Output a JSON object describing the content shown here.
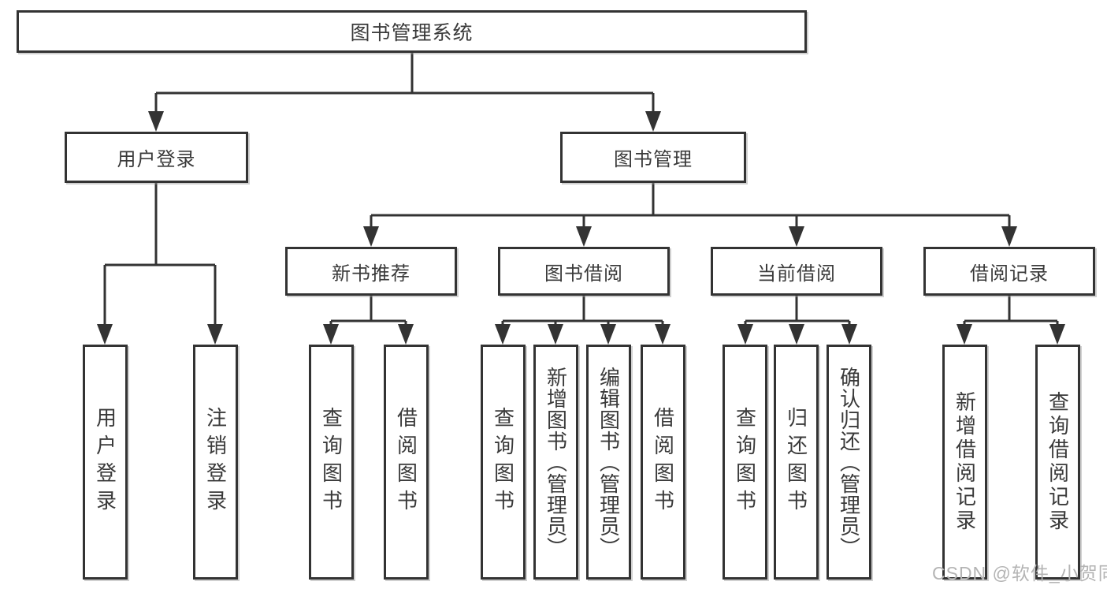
{
  "diagram": {
    "root": {
      "label": "图书管理系统"
    },
    "branches": [
      {
        "label": "用户登录",
        "children": [
          {
            "label": "用户登录"
          },
          {
            "label": "注销登录"
          }
        ]
      },
      {
        "label": "图书管理",
        "children": [
          {
            "label": "新书推荐",
            "children": [
              {
                "label": "查询图书"
              },
              {
                "label": "借阅图书"
              }
            ]
          },
          {
            "label": "图书借阅",
            "children": [
              {
                "label": "查询图书"
              },
              {
                "label": "新增图书（管理员）"
              },
              {
                "label": "编辑图书（管理员）"
              },
              {
                "label": "借阅图书"
              }
            ]
          },
          {
            "label": "当前借阅",
            "children": [
              {
                "label": "查询图书"
              },
              {
                "label": "归还图书"
              },
              {
                "label": "确认归还（管理员）"
              }
            ]
          },
          {
            "label": "借阅记录",
            "children": [
              {
                "label": "新增借阅记录"
              },
              {
                "label": "查询借阅记录"
              }
            ]
          }
        ]
      }
    ]
  },
  "watermark": "CSDN @软件_小贺同学",
  "colors": {
    "line": "#333333",
    "text": "#3a3a3a",
    "background": "#ffffff",
    "watermark": "#b4b4b4"
  }
}
